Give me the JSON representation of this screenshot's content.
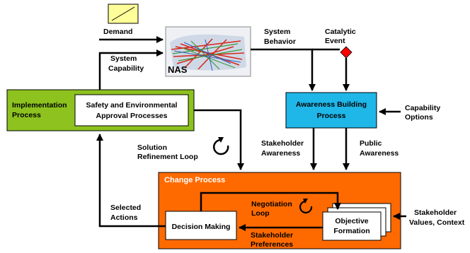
{
  "nodes": {
    "demand": "Demand",
    "nas": "NAS",
    "system_capability": [
      "System",
      "Capability"
    ],
    "system_behavior": [
      "System",
      "Behavior"
    ],
    "catalytic_event": [
      "Catalytic",
      "Event"
    ],
    "implementation_process": [
      "Implementation",
      "Process"
    ],
    "safety_approval": [
      "Safety and Environmental",
      "Approval Processes"
    ],
    "awareness_building": [
      "Awareness Building",
      "Process"
    ],
    "capability_options": [
      "Capability",
      "Options"
    ],
    "solution_refinement": [
      "Solution",
      "Refinement Loop"
    ],
    "stakeholder_awareness": [
      "Stakeholder",
      "Awareness"
    ],
    "public_awareness": [
      "Public",
      "Awareness"
    ],
    "change_process": "Change Process",
    "selected_actions": [
      "Selected",
      "Actions"
    ],
    "negotiation_loop": [
      "Negotiation",
      "Loop"
    ],
    "decision_making": "Decision Making",
    "objective_formation": [
      "Objective",
      "Formation"
    ],
    "stakeholder_preferences": [
      "Stakeholder",
      "Preferences"
    ],
    "stakeholder_values": [
      "Stakeholder",
      "Values, Context"
    ]
  },
  "colors": {
    "implementation_fill": "#8dc21f",
    "awareness_fill": "#1fb6e8",
    "change_fill": "#ff6a00",
    "catalytic_marker": "#ff0000",
    "demand_box": "#ffff99"
  }
}
